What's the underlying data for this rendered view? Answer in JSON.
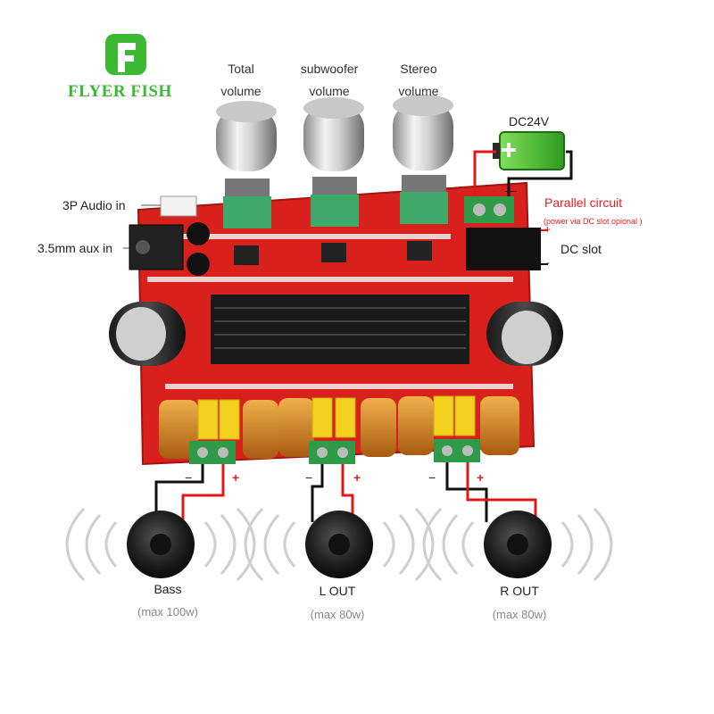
{
  "brand": {
    "name": "FLYER FISH",
    "color": "#3cb832"
  },
  "knobs": [
    {
      "line1": "Total",
      "line2": "volume"
    },
    {
      "line1": "subwoofer",
      "line2": "volume"
    },
    {
      "line1": "Stereo",
      "line2": "volume"
    }
  ],
  "inputs": {
    "audio_3p": "3P Audio in",
    "aux": "3.5mm aux in"
  },
  "power": {
    "battery": "DC24V",
    "parallel": "Parallel circuit",
    "parallel_note": "(power via DC slot opional )",
    "dc_slot": "DC slot",
    "plus": "+",
    "minus": "—",
    "slot_plus": "+",
    "slot_minus": "-"
  },
  "speakers": [
    {
      "name": "Bass",
      "max": "(max 100w)",
      "neg": "−",
      "pos": "+"
    },
    {
      "name": "L OUT",
      "max": "(max 80w)",
      "neg": "−",
      "pos": "+"
    },
    {
      "name": "R OUT",
      "max": "(max 80w)",
      "neg": "−",
      "pos": "+"
    }
  ],
  "colors": {
    "pcb": "#d8201c",
    "wire_red": "#e01818",
    "wire_black": "#111111",
    "terminal": "#2f9a48",
    "cap_yellow": "#f2d21e"
  }
}
